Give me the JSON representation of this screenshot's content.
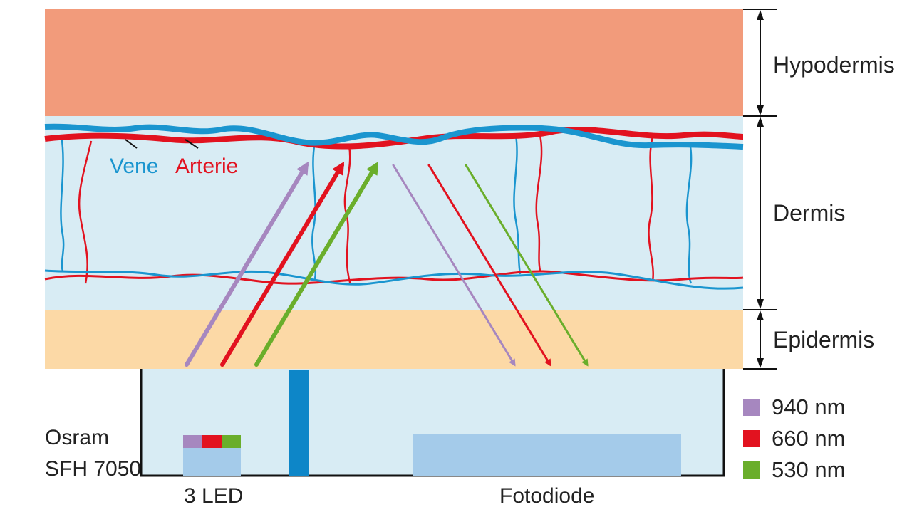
{
  "layers": {
    "hypodermis": {
      "label": "Hypodermis",
      "color": "#f29b7b"
    },
    "dermis": {
      "label": "Dermis",
      "color": "#d8ecf4"
    },
    "epidermis": {
      "label": "Epidermis",
      "color": "#fcd9a6"
    }
  },
  "vessels": {
    "vein": {
      "label": "Vene",
      "color": "#1a95cf"
    },
    "artery": {
      "label": "Arterie",
      "color": "#e2121f"
    }
  },
  "sensor": {
    "name_line1": "Osram",
    "name_line2": "SFH 7050",
    "led_label": "3 LED",
    "photodiode_label": "Fotodiode",
    "housing_color": "#d8ecf4",
    "element_color": "#a4cbea",
    "divider_color": "#0d86c8"
  },
  "legend": [
    {
      "label": "940 nm",
      "color": "#a687bf"
    },
    {
      "label": "660 nm",
      "color": "#e2121f"
    },
    {
      "label": "530 nm",
      "color": "#6aae2b"
    }
  ]
}
